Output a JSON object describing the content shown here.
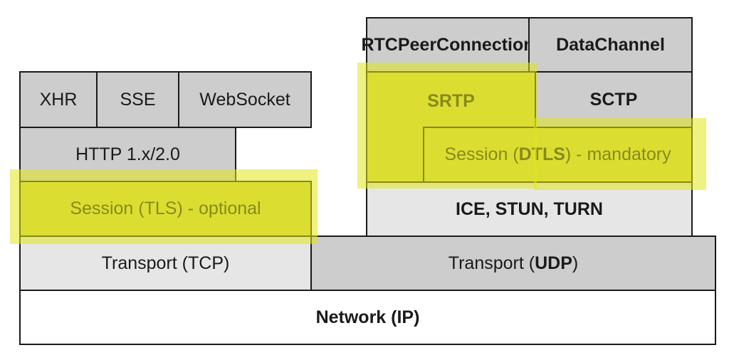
{
  "layers": {
    "xhr": "XHR",
    "sse": "SSE",
    "websocket": "WebSocket",
    "http": "HTTP 1.x/2.0",
    "session_tls": {
      "pre": "Session (",
      "bold": "",
      "mid": "TLS",
      "post": ") - optional"
    },
    "transport_tcp": {
      "pre": "Transport (",
      "mid": "TCP",
      "post": ")"
    },
    "rtcpeerconnection": "RTCPeerConnection",
    "datachannel": "DataChannel",
    "srtp": "SRTP",
    "sctp": "SCTP",
    "session_dtls": {
      "pre": "Session (",
      "bold": "DTLS",
      "post": ") - mandatory"
    },
    "ice": "ICE, STUN, TURN",
    "transport_udp": {
      "pre": "Transport (",
      "bold": "UDP",
      "post": ")"
    },
    "network": {
      "bold_pre": "Network (",
      "bold": "IP",
      "bold_post": ")"
    }
  },
  "colors": {
    "gray": "#cdcdcd",
    "light_gray": "#e6e6e6",
    "highlight": "#d3d44f",
    "border": "#1a1a1a"
  }
}
